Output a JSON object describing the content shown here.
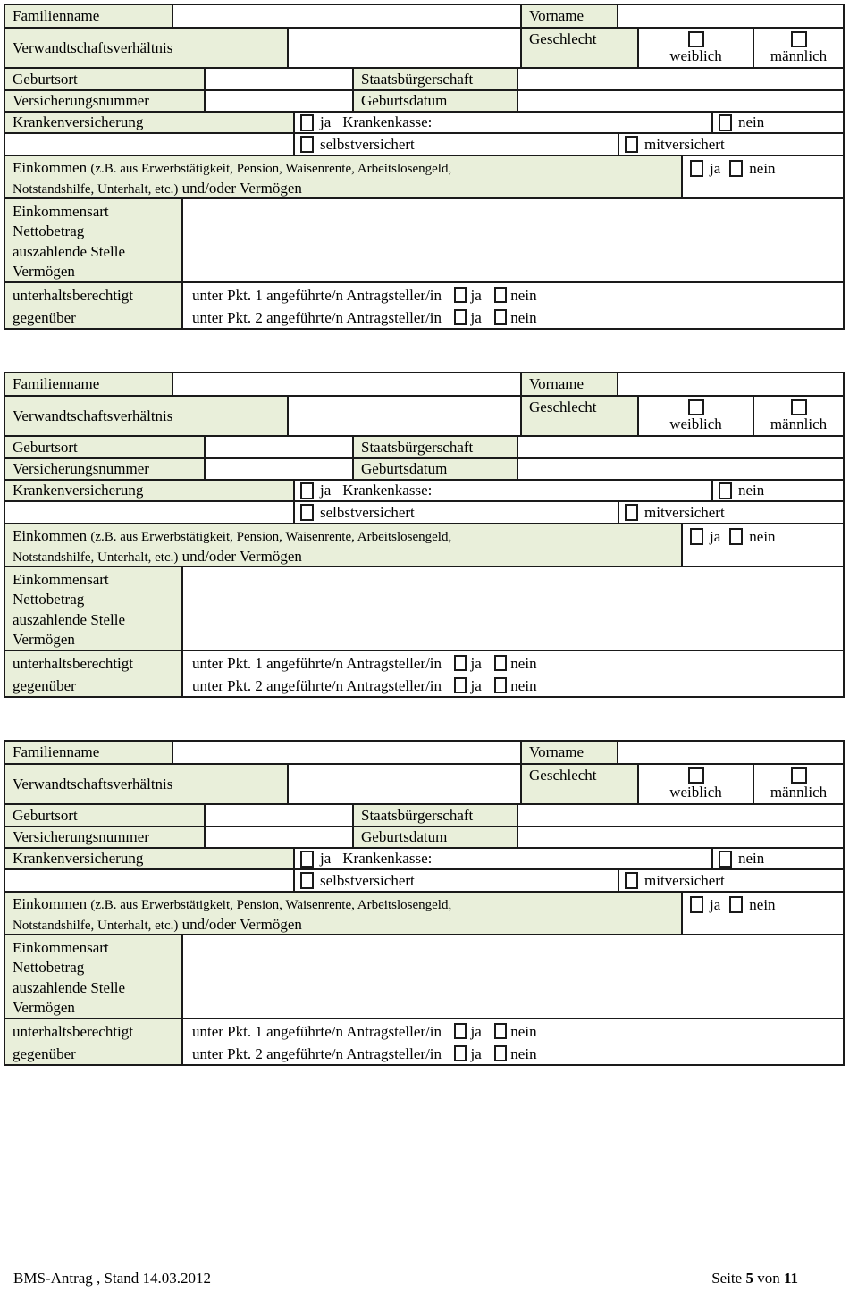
{
  "form": {
    "block_count": 3,
    "labels": {
      "familienname": "Familienname",
      "vorname": "Vorname",
      "verwandtschaftsverhaeltnis": "Verwandtschaftsverhältnis",
      "geschlecht": "Geschlecht",
      "weiblich": "weiblich",
      "maennlich": "männlich",
      "geburtsort": "Geburtsort",
      "staatsbuergerschaft": "Staatsbürgerschaft",
      "versicherungsnummer": "Versicherungsnummer",
      "geburtsdatum": "Geburtsdatum",
      "krankenversicherung": "Krankenversicherung",
      "ja": "ja",
      "nein": "nein",
      "krankenkasse": "Krankenkasse:",
      "selbstversichert": "selbstversichert",
      "mitversichert": "mitversichert",
      "einkommen_title": "Einkommen",
      "einkommen_detail_line1": "(z.B. aus Erwerbstätigkeit, Pension, Waisenrente, Arbeitslosengeld,",
      "einkommen_detail_line2": "Notstandshilfe, Unterhalt, etc.)",
      "einkommen_suffix": "und/oder Vermögen",
      "einkommensart": "Einkommensart",
      "nettobetrag": "Nettobetrag",
      "auszahlende_stelle": "auszahlende Stelle",
      "vermoegen": "Vermögen",
      "unterhaltsberechtigt": "unterhaltsberechtigt",
      "gegenueber": "gegenüber",
      "pkt1": "unter Pkt. 1 angeführte/n Antragsteller/in",
      "pkt2": "unter Pkt. 2 angeführte/n Antragsteller/in"
    },
    "inputs": {
      "familienname_value": "",
      "vorname_value": "",
      "verwandtschaftsverhaeltnis_value": "",
      "geburtsort_value": "",
      "staatsbuergerschaft_value": "",
      "versicherungsnummer_value": "",
      "geburtsdatum_value": "",
      "krankenkasse_value": "",
      "einkommen_details_value": ""
    },
    "checkboxes_checked": []
  },
  "footer": {
    "document_info": "BMS-Antrag , Stand 14.03.2012",
    "seite": "Seite",
    "page_number": "5",
    "von": "von",
    "page_total": "11"
  },
  "colors": {
    "label_bg": "#e9efda",
    "border": "#1a1a1a",
    "text": "#000000"
  }
}
